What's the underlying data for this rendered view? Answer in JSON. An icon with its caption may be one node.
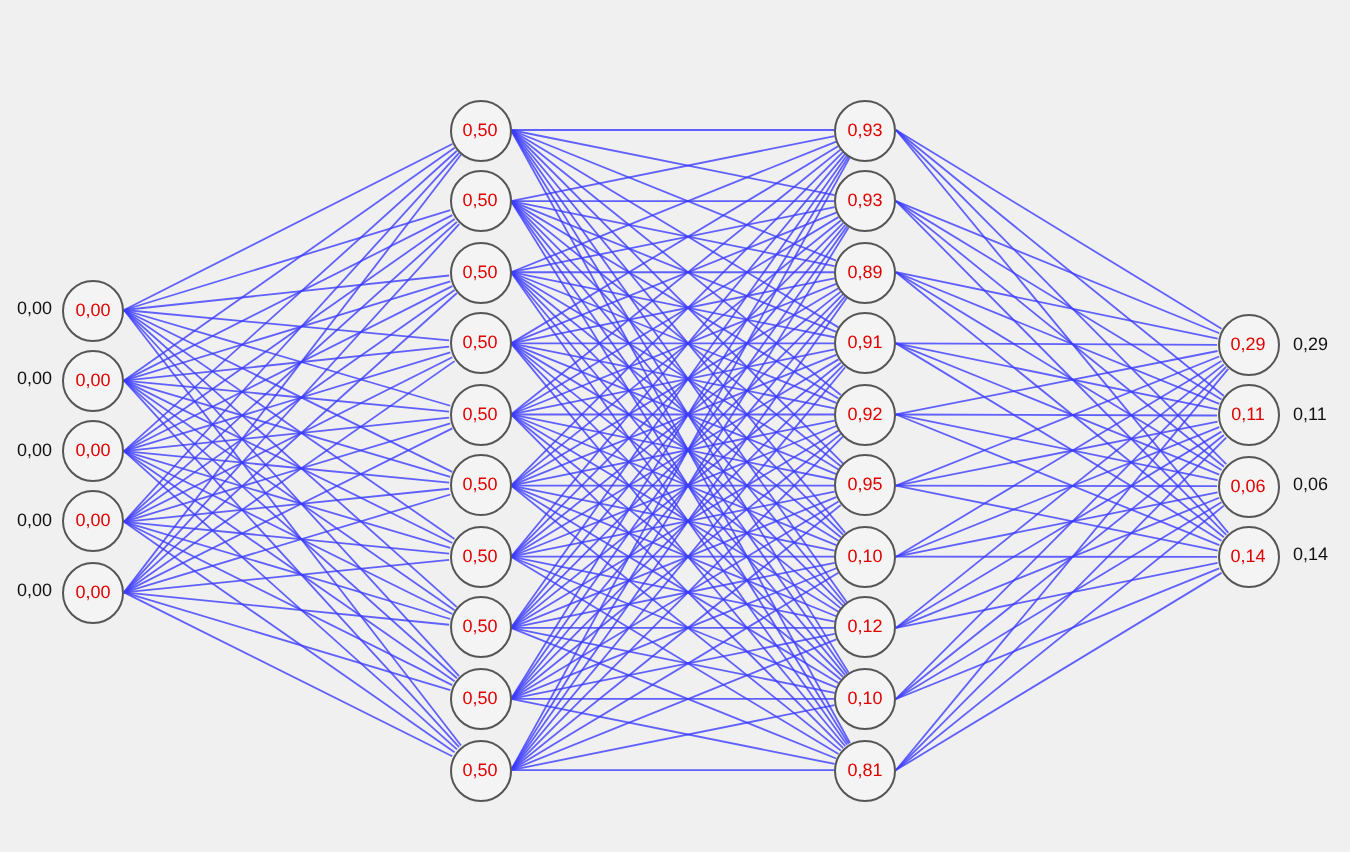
{
  "diagram": {
    "nodes": [
      {
        "text": [
          "0,00"
        ],
        "beside": [
          "0,00"
        ]
      },
      {
        "text": [
          "0,00"
        ],
        "beside": [
          "0,00"
        ]
      },
      {
        "text": [
          "0,00"
        ],
        "beside": [
          "0,00"
        ]
      },
      {
        "text": [
          "0,00"
        ],
        "beside": [
          "0,00"
        ]
      },
      {
        "text": [
          "0,00"
        ],
        "beside": [
          "0,00"
        ]
      },
      {
        "text": [
          "0,50"
        ]
      },
      {
        "text": [
          "0,50"
        ]
      },
      {
        "text": [
          "0,50"
        ]
      },
      {
        "text": [
          "0,50"
        ]
      },
      {
        "text": [
          "0,50"
        ]
      },
      {
        "text": [
          "0,50"
        ]
      },
      {
        "text": [
          "0,50"
        ]
      },
      {
        "text": [
          "0,50"
        ]
      },
      {
        "text": [
          "0,50"
        ]
      },
      {
        "text": [
          "0,50"
        ]
      },
      {
        "text": [
          "0,93"
        ]
      },
      {
        "text": [
          "0,93"
        ]
      },
      {
        "text": [
          "0,89"
        ]
      },
      {
        "text": [
          "0,91"
        ]
      },
      {
        "text": [
          "0,92"
        ]
      },
      {
        "text": [
          "0,95"
        ]
      },
      {
        "text": [
          "0,10"
        ]
      },
      {
        "text": [
          "0,12"
        ]
      },
      {
        "text": [
          "0,10"
        ]
      },
      {
        "text": [
          "0,81"
        ]
      },
      {
        "text": [
          "0,29"
        ],
        "beside": [
          "0,29"
        ]
      },
      {
        "text": [
          "0,11"
        ],
        "beside": [
          "0,11"
        ]
      },
      {
        "text": [
          "0,06"
        ],
        "beside": [
          "0,06"
        ]
      },
      {
        "text": [
          "0,14"
        ],
        "beside": [
          "0,14"
        ]
      }
    ],
    "edges": [
      {
        "from": 0,
        "to": 5,
        "arrow": "none"
      },
      {
        "from": 0,
        "to": 6,
        "arrow": "none"
      },
      {
        "from": 0,
        "to": 7,
        "arrow": "none"
      },
      {
        "from": 0,
        "to": 8,
        "arrow": "none"
      },
      {
        "from": 0,
        "to": 9,
        "arrow": "none"
      },
      {
        "from": 0,
        "to": 10,
        "arrow": "none"
      },
      {
        "from": 0,
        "to": 11,
        "arrow": "none"
      },
      {
        "from": 0,
        "to": 12,
        "arrow": "none"
      },
      {
        "from": 0,
        "to": 13,
        "arrow": "none"
      },
      {
        "from": 0,
        "to": 14,
        "arrow": "none"
      },
      {
        "from": 1,
        "to": 5,
        "arrow": "none"
      },
      {
        "from": 1,
        "to": 6,
        "arrow": "none"
      },
      {
        "from": 1,
        "to": 7,
        "arrow": "none"
      },
      {
        "from": 1,
        "to": 8,
        "arrow": "none"
      },
      {
        "from": 1,
        "to": 9,
        "arrow": "none"
      },
      {
        "from": 1,
        "to": 10,
        "arrow": "none"
      },
      {
        "from": 1,
        "to": 11,
        "arrow": "none"
      },
      {
        "from": 1,
        "to": 12,
        "arrow": "none"
      },
      {
        "from": 1,
        "to": 13,
        "arrow": "none"
      },
      {
        "from": 1,
        "to": 14,
        "arrow": "none"
      },
      {
        "from": 2,
        "to": 5,
        "arrow": "none"
      },
      {
        "from": 2,
        "to": 6,
        "arrow": "none"
      },
      {
        "from": 2,
        "to": 7,
        "arrow": "none"
      },
      {
        "from": 2,
        "to": 8,
        "arrow": "none"
      },
      {
        "from": 2,
        "to": 9,
        "arrow": "none"
      },
      {
        "from": 2,
        "to": 10,
        "arrow": "none"
      },
      {
        "from": 2,
        "to": 11,
        "arrow": "none"
      },
      {
        "from": 2,
        "to": 12,
        "arrow": "none"
      },
      {
        "from": 2,
        "to": 13,
        "arrow": "none"
      },
      {
        "from": 2,
        "to": 14,
        "arrow": "none"
      },
      {
        "from": 3,
        "to": 5,
        "arrow": "none"
      },
      {
        "from": 3,
        "to": 6,
        "arrow": "none"
      },
      {
        "from": 3,
        "to": 7,
        "arrow": "none"
      },
      {
        "from": 3,
        "to": 8,
        "arrow": "none"
      },
      {
        "from": 3,
        "to": 9,
        "arrow": "none"
      },
      {
        "from": 3,
        "to": 10,
        "arrow": "none"
      },
      {
        "from": 3,
        "to": 11,
        "arrow": "none"
      },
      {
        "from": 3,
        "to": 12,
        "arrow": "none"
      },
      {
        "from": 3,
        "to": 13,
        "arrow": "none"
      },
      {
        "from": 3,
        "to": 14,
        "arrow": "none"
      },
      {
        "from": 4,
        "to": 5,
        "arrow": "none"
      },
      {
        "from": 4,
        "to": 6,
        "arrow": "none"
      },
      {
        "from": 4,
        "to": 7,
        "arrow": "none"
      },
      {
        "from": 4,
        "to": 8,
        "arrow": "none"
      },
      {
        "from": 4,
        "to": 9,
        "arrow": "none"
      },
      {
        "from": 4,
        "to": 10,
        "arrow": "none"
      },
      {
        "from": 4,
        "to": 11,
        "arrow": "none"
      },
      {
        "from": 4,
        "to": 12,
        "arrow": "none"
      },
      {
        "from": 4,
        "to": 13,
        "arrow": "none"
      },
      {
        "from": 4,
        "to": 14,
        "arrow": "none"
      },
      {
        "from": 5,
        "to": 15,
        "arrow": "none"
      },
      {
        "from": 5,
        "to": 16,
        "arrow": "none"
      },
      {
        "from": 5,
        "to": 17,
        "arrow": "none"
      },
      {
        "from": 5,
        "to": 18,
        "arrow": "none"
      },
      {
        "from": 5,
        "to": 19,
        "arrow": "none"
      },
      {
        "from": 5,
        "to": 20,
        "arrow": "none"
      },
      {
        "from": 5,
        "to": 21,
        "arrow": "none"
      },
      {
        "from": 5,
        "to": 22,
        "arrow": "none"
      },
      {
        "from": 5,
        "to": 23,
        "arrow": "none"
      },
      {
        "from": 5,
        "to": 24,
        "arrow": "none"
      },
      {
        "from": 6,
        "to": 15,
        "arrow": "none"
      },
      {
        "from": 6,
        "to": 16,
        "arrow": "none"
      },
      {
        "from": 6,
        "to": 17,
        "arrow": "none"
      },
      {
        "from": 6,
        "to": 18,
        "arrow": "none"
      },
      {
        "from": 6,
        "to": 19,
        "arrow": "none"
      },
      {
        "from": 6,
        "to": 20,
        "arrow": "none"
      },
      {
        "from": 6,
        "to": 21,
        "arrow": "none"
      },
      {
        "from": 6,
        "to": 22,
        "arrow": "none"
      },
      {
        "from": 6,
        "to": 23,
        "arrow": "none"
      },
      {
        "from": 6,
        "to": 24,
        "arrow": "none"
      },
      {
        "from": 7,
        "to": 15,
        "arrow": "none"
      },
      {
        "from": 7,
        "to": 16,
        "arrow": "none"
      },
      {
        "from": 7,
        "to": 17,
        "arrow": "none"
      },
      {
        "from": 7,
        "to": 18,
        "arrow": "none"
      },
      {
        "from": 7,
        "to": 19,
        "arrow": "none"
      },
      {
        "from": 7,
        "to": 20,
        "arrow": "none"
      },
      {
        "from": 7,
        "to": 21,
        "arrow": "none"
      },
      {
        "from": 7,
        "to": 22,
        "arrow": "none"
      },
      {
        "from": 7,
        "to": 23,
        "arrow": "none"
      },
      {
        "from": 7,
        "to": 24,
        "arrow": "none"
      },
      {
        "from": 8,
        "to": 15,
        "arrow": "none"
      },
      {
        "from": 8,
        "to": 16,
        "arrow": "none"
      },
      {
        "from": 8,
        "to": 17,
        "arrow": "none"
      },
      {
        "from": 8,
        "to": 18,
        "arrow": "none"
      },
      {
        "from": 8,
        "to": 19,
        "arrow": "none"
      },
      {
        "from": 8,
        "to": 20,
        "arrow": "none"
      },
      {
        "from": 8,
        "to": 21,
        "arrow": "none"
      },
      {
        "from": 8,
        "to": 22,
        "arrow": "none"
      },
      {
        "from": 8,
        "to": 23,
        "arrow": "none"
      },
      {
        "from": 8,
        "to": 24,
        "arrow": "none"
      },
      {
        "from": 9,
        "to": 15,
        "arrow": "none"
      },
      {
        "from": 9,
        "to": 16,
        "arrow": "none"
      },
      {
        "from": 9,
        "to": 17,
        "arrow": "none"
      },
      {
        "from": 9,
        "to": 18,
        "arrow": "none"
      },
      {
        "from": 9,
        "to": 19,
        "arrow": "none"
      },
      {
        "from": 9,
        "to": 20,
        "arrow": "none"
      },
      {
        "from": 9,
        "to": 21,
        "arrow": "none"
      },
      {
        "from": 9,
        "to": 22,
        "arrow": "none"
      },
      {
        "from": 9,
        "to": 23,
        "arrow": "none"
      },
      {
        "from": 9,
        "to": 24,
        "arrow": "none"
      },
      {
        "from": 10,
        "to": 15,
        "arrow": "none"
      },
      {
        "from": 10,
        "to": 16,
        "arrow": "none"
      },
      {
        "from": 10,
        "to": 17,
        "arrow": "none"
      },
      {
        "from": 10,
        "to": 18,
        "arrow": "none"
      },
      {
        "from": 10,
        "to": 19,
        "arrow": "none"
      },
      {
        "from": 10,
        "to": 20,
        "arrow": "none"
      },
      {
        "from": 10,
        "to": 21,
        "arrow": "none"
      },
      {
        "from": 10,
        "to": 22,
        "arrow": "none"
      },
      {
        "from": 10,
        "to": 23,
        "arrow": "none"
      },
      {
        "from": 10,
        "to": 24,
        "arrow": "none"
      },
      {
        "from": 11,
        "to": 15,
        "arrow": "none"
      },
      {
        "from": 11,
        "to": 16,
        "arrow": "none"
      },
      {
        "from": 11,
        "to": 17,
        "arrow": "none"
      },
      {
        "from": 11,
        "to": 18,
        "arrow": "none"
      },
      {
        "from": 11,
        "to": 19,
        "arrow": "none"
      },
      {
        "from": 11,
        "to": 20,
        "arrow": "none"
      },
      {
        "from": 11,
        "to": 21,
        "arrow": "none"
      },
      {
        "from": 11,
        "to": 22,
        "arrow": "none"
      },
      {
        "from": 11,
        "to": 23,
        "arrow": "none"
      },
      {
        "from": 11,
        "to": 24,
        "arrow": "none"
      },
      {
        "from": 12,
        "to": 15,
        "arrow": "none"
      },
      {
        "from": 12,
        "to": 16,
        "arrow": "none"
      },
      {
        "from": 12,
        "to": 17,
        "arrow": "none"
      },
      {
        "from": 12,
        "to": 18,
        "arrow": "none"
      },
      {
        "from": 12,
        "to": 19,
        "arrow": "none"
      },
      {
        "from": 12,
        "to": 20,
        "arrow": "none"
      },
      {
        "from": 12,
        "to": 21,
        "arrow": "none"
      },
      {
        "from": 12,
        "to": 22,
        "arrow": "none"
      },
      {
        "from": 12,
        "to": 23,
        "arrow": "none"
      },
      {
        "from": 12,
        "to": 24,
        "arrow": "none"
      },
      {
        "from": 13,
        "to": 15,
        "arrow": "none"
      },
      {
        "from": 13,
        "to": 16,
        "arrow": "none"
      },
      {
        "from": 13,
        "to": 17,
        "arrow": "none"
      },
      {
        "from": 13,
        "to": 18,
        "arrow": "none"
      },
      {
        "from": 13,
        "to": 19,
        "arrow": "none"
      },
      {
        "from": 13,
        "to": 20,
        "arrow": "none"
      },
      {
        "from": 13,
        "to": 21,
        "arrow": "none"
      },
      {
        "from": 13,
        "to": 22,
        "arrow": "none"
      },
      {
        "from": 13,
        "to": 23,
        "arrow": "none"
      },
      {
        "from": 13,
        "to": 24,
        "arrow": "none"
      },
      {
        "from": 14,
        "to": 15,
        "arrow": "none"
      },
      {
        "from": 14,
        "to": 16,
        "arrow": "none"
      },
      {
        "from": 14,
        "to": 17,
        "arrow": "none"
      },
      {
        "from": 14,
        "to": 18,
        "arrow": "none"
      },
      {
        "from": 14,
        "to": 19,
        "arrow": "none"
      },
      {
        "from": 14,
        "to": 20,
        "arrow": "none"
      },
      {
        "from": 14,
        "to": 21,
        "arrow": "none"
      },
      {
        "from": 14,
        "to": 22,
        "arrow": "none"
      },
      {
        "from": 14,
        "to": 23,
        "arrow": "none"
      },
      {
        "from": 14,
        "to": 24,
        "arrow": "none"
      },
      {
        "from": 15,
        "to": 25,
        "arrow": "none"
      },
      {
        "from": 15,
        "to": 26,
        "arrow": "none"
      },
      {
        "from": 15,
        "to": 27,
        "arrow": "none"
      },
      {
        "from": 15,
        "to": 28,
        "arrow": "none"
      },
      {
        "from": 16,
        "to": 25,
        "arrow": "none"
      },
      {
        "from": 16,
        "to": 26,
        "arrow": "none"
      },
      {
        "from": 16,
        "to": 27,
        "arrow": "none"
      },
      {
        "from": 16,
        "to": 28,
        "arrow": "none"
      },
      {
        "from": 17,
        "to": 25,
        "arrow": "none"
      },
      {
        "from": 17,
        "to": 26,
        "arrow": "none"
      },
      {
        "from": 17,
        "to": 27,
        "arrow": "none"
      },
      {
        "from": 17,
        "to": 28,
        "arrow": "none"
      },
      {
        "from": 18,
        "to": 25,
        "arrow": "none"
      },
      {
        "from": 18,
        "to": 26,
        "arrow": "none"
      },
      {
        "from": 18,
        "to": 27,
        "arrow": "none"
      },
      {
        "from": 18,
        "to": 28,
        "arrow": "none"
      },
      {
        "from": 19,
        "to": 25,
        "arrow": "none"
      },
      {
        "from": 19,
        "to": 26,
        "arrow": "none"
      },
      {
        "from": 19,
        "to": 27,
        "arrow": "none"
      },
      {
        "from": 19,
        "to": 28,
        "arrow": "none"
      },
      {
        "from": 20,
        "to": 25,
        "arrow": "none"
      },
      {
        "from": 20,
        "to": 26,
        "arrow": "none"
      },
      {
        "from": 20,
        "to": 27,
        "arrow": "none"
      },
      {
        "from": 20,
        "to": 28,
        "arrow": "none"
      },
      {
        "from": 21,
        "to": 25,
        "arrow": "none"
      },
      {
        "from": 21,
        "to": 26,
        "arrow": "none"
      },
      {
        "from": 21,
        "to": 27,
        "arrow": "none"
      },
      {
        "from": 21,
        "to": 28,
        "arrow": "none"
      },
      {
        "from": 22,
        "to": 25,
        "arrow": "none"
      },
      {
        "from": 22,
        "to": 26,
        "arrow": "none"
      },
      {
        "from": 22,
        "to": 27,
        "arrow": "none"
      },
      {
        "from": 22,
        "to": 28,
        "arrow": "none"
      },
      {
        "from": 23,
        "to": 25,
        "arrow": "none"
      },
      {
        "from": 23,
        "to": 26,
        "arrow": "none"
      },
      {
        "from": 23,
        "to": 27,
        "arrow": "none"
      },
      {
        "from": 23,
        "to": 28,
        "arrow": "none"
      },
      {
        "from": 24,
        "to": 25,
        "arrow": "none"
      },
      {
        "from": 24,
        "to": 26,
        "arrow": "none"
      },
      {
        "from": 24,
        "to": 27,
        "arrow": "none"
      },
      {
        "from": 24,
        "to": 28,
        "arrow": "none"
      }
    ]
  }
}
